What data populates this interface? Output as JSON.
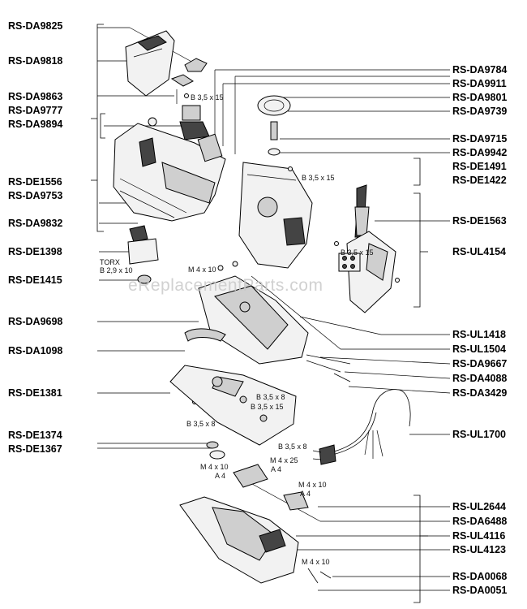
{
  "watermark": "eReplacementParts.com",
  "left_labels": [
    "RS-DA9825",
    "RS-DA9818",
    "RS-DA9863",
    "RS-DA9777",
    "RS-DA9894",
    "RS-DE1556",
    "RS-DA9753",
    "RS-DA9832",
    "RS-DE1398",
    "RS-DE1415",
    "RS-DA9698",
    "RS-DA1098",
    "RS-DE1381",
    "RS-DE1374",
    "RS-DE1367"
  ],
  "right_labels": [
    "RS-DA9784",
    "RS-DA9911",
    "RS-DA9801",
    "RS-DA9739",
    "RS-DA9715",
    "RS-DA9942",
    "RS-DE1491",
    "RS-DE1422",
    "RS-DE1563",
    "RS-UL4154",
    "RS-UL1418",
    "RS-UL1504",
    "RS-DA9667",
    "RS-DA4088",
    "RS-DA3429",
    "RS-UL1700",
    "RS-UL2644",
    "RS-DA6488",
    "RS-UL4116",
    "RS-UL4123",
    "RS-DA0068",
    "RS-DA0051"
  ],
  "screw_notes": [
    "B 3,5 x 15",
    "B 3,5 x 15",
    "B 3,5 x 15",
    "TORX",
    "B 2,9 x 10",
    "M 4 x 10",
    "B 3,5 x 8",
    "B 3,5 x 15",
    "B 3,5 x 8",
    "B 3,5 x 8",
    "M 4 x 25",
    "M 4 x 10",
    "A 4",
    "A 4",
    "M 4 x 10",
    "A 4",
    "M 4 x 10"
  ]
}
